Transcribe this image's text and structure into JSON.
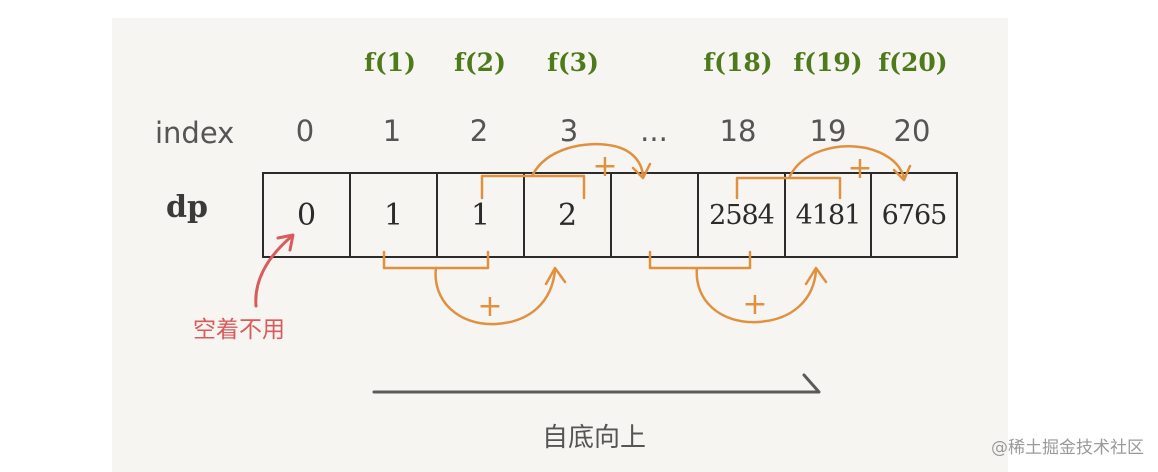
{
  "f_labels": [
    "f(1)",
    "f(2)",
    "f(3)",
    "f(18)",
    "f(19)",
    "f(20)"
  ],
  "index_label": "index",
  "indices": [
    "0",
    "1",
    "2",
    "3",
    "...",
    "18",
    "19",
    "20"
  ],
  "dp_label": "dp",
  "dp_values": [
    "0",
    "1",
    "1",
    "2",
    "",
    "2584",
    "4181",
    "6765"
  ],
  "plus_sign": "+",
  "note": "空着不用",
  "bottom_label": "自底向上",
  "watermark": "@稀土掘金技术社区",
  "colors": {
    "f_label": "#4f7a1c",
    "arrow": "#e0913f",
    "note": "#d95b5b",
    "cell_border": "#2b2b2b",
    "bottom_arrow": "#5a5a5a"
  }
}
